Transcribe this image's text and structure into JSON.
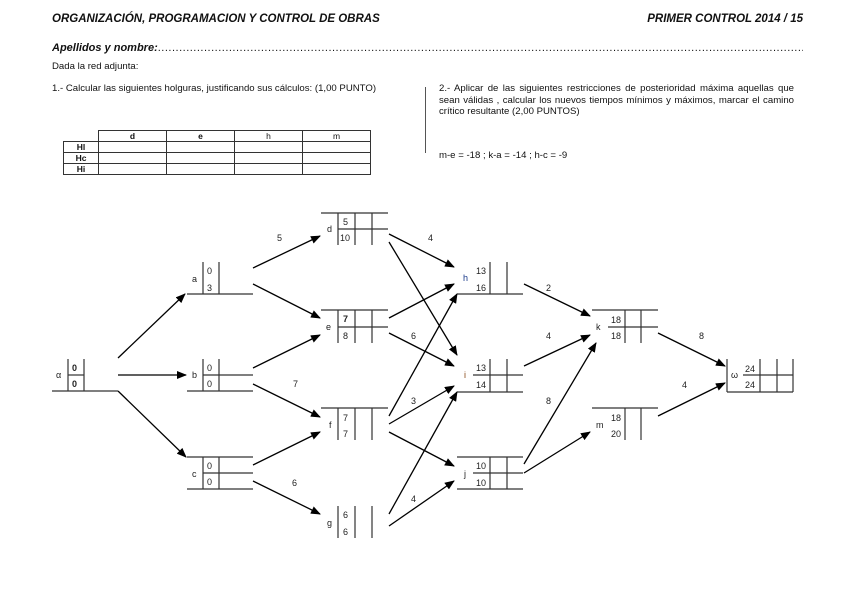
{
  "header": {
    "left_title": "ORGANIZACIÓN, PROGRAMACION Y CONTROL DE OBRAS",
    "right_title": "PRIMER CONTROL 2014 / 15"
  },
  "name_field": {
    "label": "Apellidos y nombre:",
    "dots": "............................................................................................................................................................................................................................"
  },
  "intro": "Dada la red adjunta:",
  "question1": {
    "text": "1.- Calcular las siguientes holguras, justificando sus cálculos: (1,00 PUNTO)",
    "table": {
      "columns": [
        "d",
        "e",
        "h",
        "m"
      ],
      "rows": [
        {
          "label": "Hl",
          "values": [
            "",
            "",
            "",
            ""
          ]
        },
        {
          "label": "Hc",
          "values": [
            "",
            "",
            "",
            ""
          ]
        },
        {
          "label": "Hi",
          "values": [
            "",
            "",
            "",
            ""
          ]
        }
      ]
    }
  },
  "question2": {
    "text": "2.- Aplicar de las siguientes restricciones de posterioridad máxima aquellas que sean válidas , calcular los nuevos tiempos mínimos  y máximos, marcar el camino crítico resultante (2,00 PUNTOS)",
    "restrictions": "m-e = -18 ; k-a = -14 ; h-c = -9"
  },
  "network": {
    "nodes": [
      {
        "id": "alpha",
        "label": "α",
        "early": "0",
        "late": "0"
      },
      {
        "id": "a",
        "label": "a",
        "early": "0",
        "late": "3"
      },
      {
        "id": "b",
        "label": "b",
        "early": "0",
        "late": "0"
      },
      {
        "id": "c",
        "label": "c",
        "early": "0",
        "late": "0"
      },
      {
        "id": "d",
        "label": "d",
        "early": "5",
        "late": "10"
      },
      {
        "id": "e",
        "label": "e",
        "early": "7",
        "late": "8"
      },
      {
        "id": "f",
        "label": "f",
        "early": "7",
        "late": "7"
      },
      {
        "id": "g",
        "label": "g",
        "early": "6",
        "late": "6"
      },
      {
        "id": "h",
        "label": "h",
        "early": "13",
        "late": "16"
      },
      {
        "id": "i",
        "label": "i",
        "early": "13",
        "late": "14"
      },
      {
        "id": "j",
        "label": "j",
        "early": "10",
        "late": "10"
      },
      {
        "id": "k",
        "label": "k",
        "early": "18",
        "late": "18"
      },
      {
        "id": "m",
        "label": "m",
        "early": "18",
        "late": "20"
      },
      {
        "id": "omega",
        "label": "ω",
        "early": "24",
        "late": "24"
      }
    ],
    "edge_labels": [
      {
        "id": "a-d",
        "text": "5"
      },
      {
        "id": "b-f",
        "text": "7"
      },
      {
        "id": "c-g",
        "text": "6"
      },
      {
        "id": "d-h",
        "text": "4"
      },
      {
        "id": "e-i",
        "text": "6"
      },
      {
        "id": "f-i",
        "text": "3"
      },
      {
        "id": "g-j",
        "text": "4"
      },
      {
        "id": "h-k",
        "text": "2"
      },
      {
        "id": "i-k",
        "text": "4"
      },
      {
        "id": "j-k",
        "text": "8"
      },
      {
        "id": "k-omega",
        "text": "8"
      },
      {
        "id": "m-omega",
        "text": "4"
      }
    ]
  }
}
